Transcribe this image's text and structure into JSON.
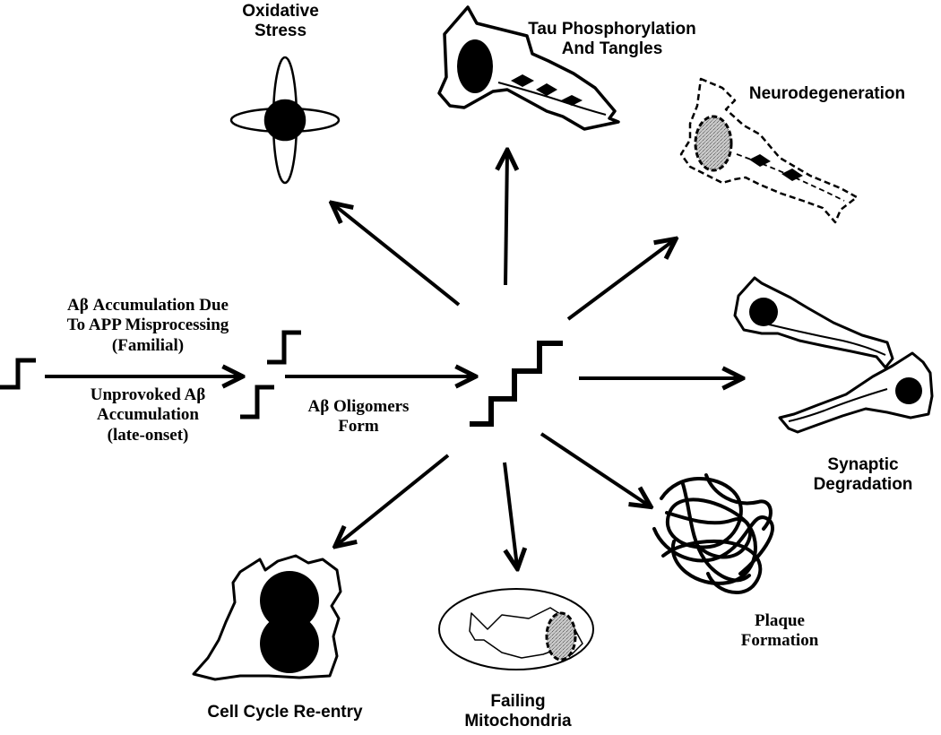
{
  "labels": {
    "oxidative_stress": [
      "Oxidative",
      "Stress"
    ],
    "tau": [
      "Tau Phosphorylation",
      "And Tangles"
    ],
    "neurodegeneration": [
      "Neurodegeneration"
    ],
    "familial": [
      "Aβ Accumulation Due",
      "To APP Misprocessing",
      "(Familial)"
    ],
    "late_onset": [
      "Unprovoked Aβ",
      "Accumulation",
      "(late-onset)"
    ],
    "oligomers": [
      "Aβ Oligomers",
      "Form"
    ],
    "synaptic": [
      "Synaptic",
      "Degradation"
    ],
    "cell_cycle": [
      "Cell Cycle Re-entry"
    ],
    "mitochondria": [
      "Failing",
      "Mitochondria"
    ],
    "plaque": [
      "Plaque",
      "Formation"
    ]
  }
}
